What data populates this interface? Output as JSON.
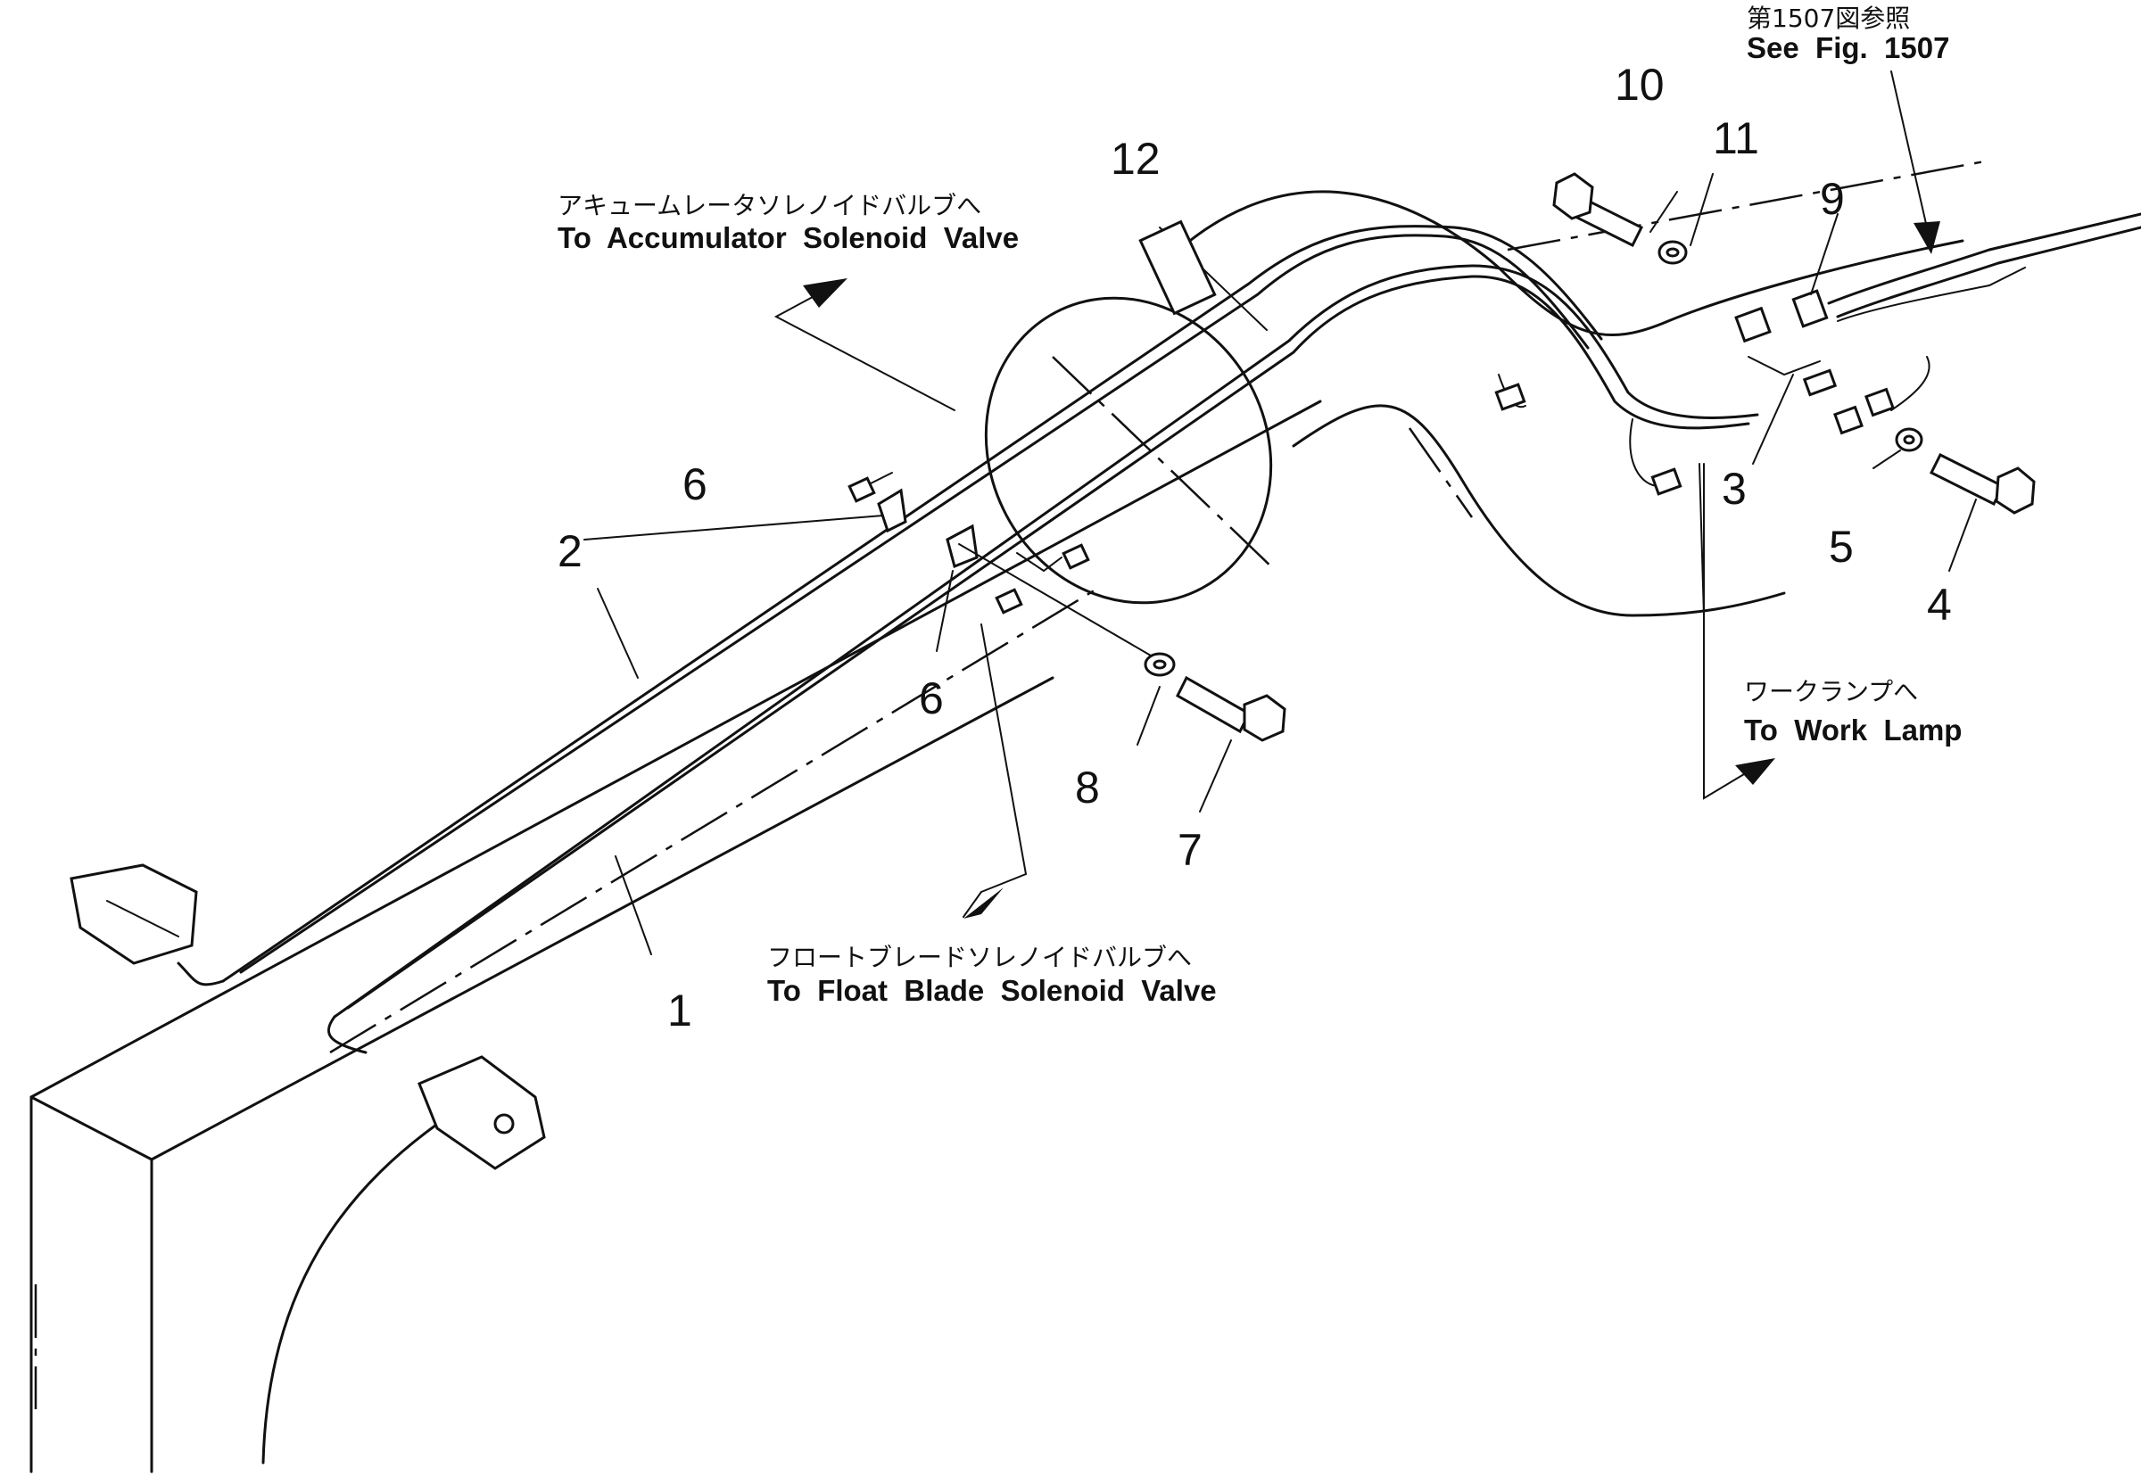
{
  "callouts": {
    "c1": "1",
    "c2": "2",
    "c3": "3",
    "c4": "4",
    "c5": "5",
    "c6a": "6",
    "c6b": "6",
    "c7": "7",
    "c8": "8",
    "c9": "9",
    "c10": "10",
    "c11": "11",
    "c12": "12"
  },
  "labels": {
    "accumulator_jp": "アキュームレータソレノイドバルブへ",
    "accumulator_en": "To  Accumulator  Solenoid  Valve",
    "float_jp": "フロートブレードソレノイドバルブへ",
    "float_en": "To  Float  Blade  Solenoid  Valve",
    "worklamp_jp": "ワークランプへ",
    "worklamp_en": "To  Work  Lamp",
    "seefig_jp": "第1507図参照",
    "seefig_en": "See  Fig.  1507"
  }
}
